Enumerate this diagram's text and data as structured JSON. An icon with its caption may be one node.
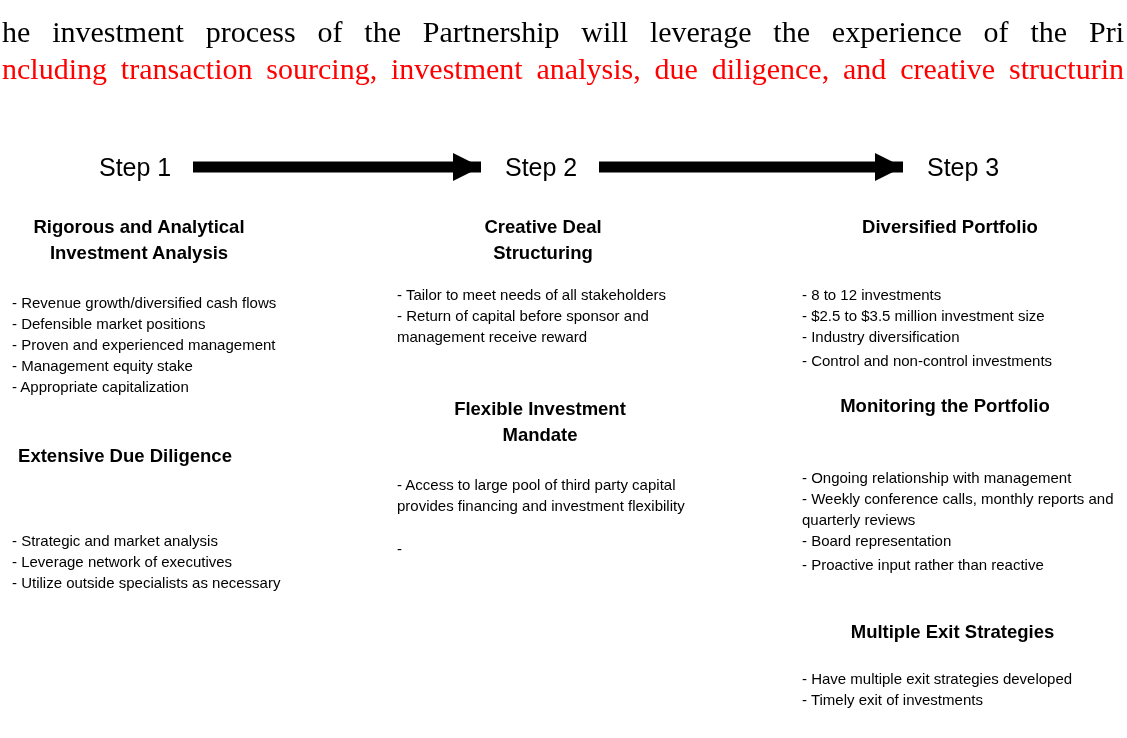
{
  "diagram": {
    "nodes": [
      {
        "text": [
          "Step 1"
        ]
      },
      {
        "text": [
          "Step 2"
        ]
      },
      {
        "text": [
          "Step 3"
        ]
      }
    ],
    "edges": [
      {
        "from": 0,
        "to": 1,
        "arrow": "to"
      },
      {
        "from": 1,
        "to": 2,
        "arrow": "to"
      }
    ],
    "labels": [
      "he investment process of the Partnership will leverage the experience of the Pri",
      "ncluding transaction sourcing, investment analysis, due diligence, and creative structurin",
      "Rigorous and Analytical Investment Analysis",
      "- Revenue growth/diversified cash flows",
      "- Defensible market positions",
      "- Proven and experienced management",
      "- Management equity stake",
      "- Appropriate capitalization",
      "Extensive Due Diligence",
      "- Strategic and market analysis",
      "- Leverage network of executives",
      "- Utilize outside specialists as necessary",
      "Creative Deal Structuring",
      "- Tailor to meet needs of all stakeholders",
      "- Return of capital before sponsor and management receive reward",
      "Flexible Investment Mandate",
      "- Access to large pool of third party capital provides financing and investment flexibility",
      "-",
      "Diversified Portfolio",
      "- 8 to 12 investments",
      "- $2.5 to $3.5 million investment size",
      "- Industry diversification",
      "- Control and non-control investments",
      "Monitoring the Portfolio",
      "- Ongoing relationship with management",
      "- Weekly conference calls, monthly reports and quarterly reviews",
      "- Board representation",
      "- Proactive input rather than reactive",
      "Multiple Exit Strategies",
      "- Have multiple exit strategies developed",
      "- Timely exit of investments"
    ]
  }
}
